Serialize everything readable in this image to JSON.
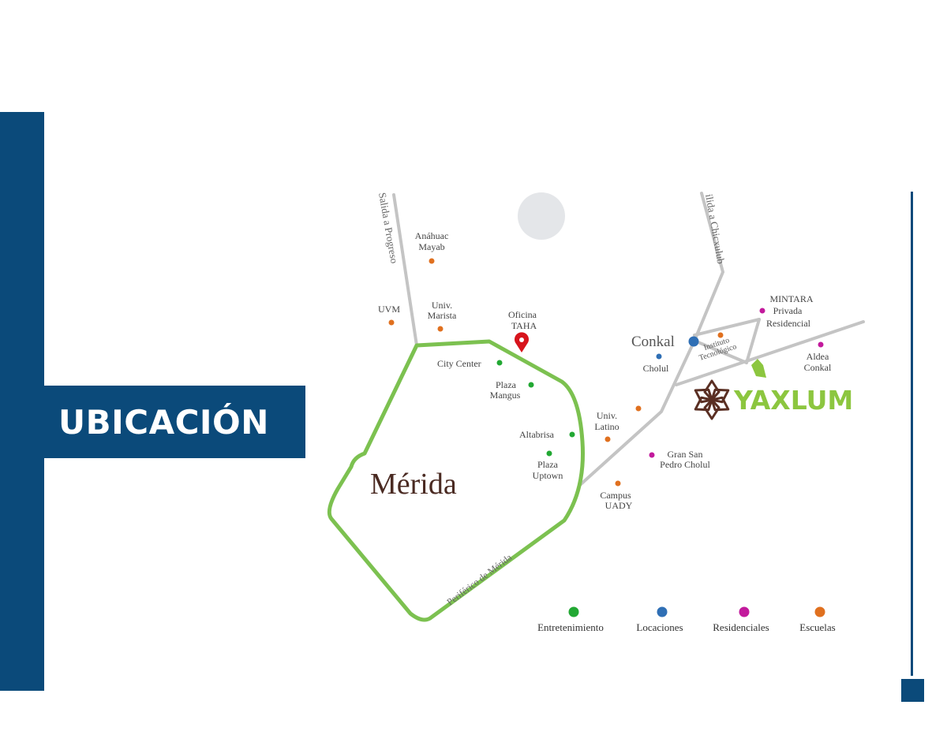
{
  "title": "UBICACIÓN",
  "colors": {
    "brand_blue": "#0b4a7a",
    "ring_green": "#7cc150",
    "road_gray": "#c4c4c4",
    "entertainment": "#22a833",
    "locations": "#2f6fb5",
    "residential": "#c21a9c",
    "schools": "#e0701f",
    "brand_brown": "#5a2f23",
    "yaxlum_green": "#8cc63f",
    "office_red": "#d7141c"
  },
  "map": {
    "roads": {
      "progreso": "Salida a Progreso",
      "chicxulub": "ilida a Chicxulub",
      "periferico": "Periférico de Mérida"
    },
    "city": "Mérida",
    "town": "Conkal",
    "office": {
      "line1": "Oficina",
      "line2": "TAHA",
      "icon": "map-pin-icon"
    },
    "brand": {
      "name": "YAXLUM",
      "icon": "flower-logo-icon"
    },
    "points": {
      "anahuac": {
        "line1": "Anáhuac",
        "line2": "Mayab",
        "category": "schools"
      },
      "uvm": {
        "line1": "UVM",
        "category": "schools"
      },
      "marista": {
        "line1": "Univ.",
        "line2": "Marista",
        "category": "schools"
      },
      "city_center": {
        "line1": "City Center",
        "category": "entertainment"
      },
      "plaza_mangus": {
        "line1": "Plaza",
        "line2": "Mangus",
        "category": "entertainment"
      },
      "altabrisa": {
        "line1": "Altabrisa",
        "category": "entertainment"
      },
      "plaza_uptown": {
        "line1": "Plaza",
        "line2": "Uptown",
        "category": "entertainment"
      },
      "univ_latino": {
        "line1": "Univ.",
        "line2": "Latino",
        "category": "schools"
      },
      "campus_uady": {
        "line1": "Campus",
        "line2": "UADY",
        "category": "schools"
      },
      "gran_san_pedro": {
        "line1": "Gran San",
        "line2": "Pedro Cholul",
        "category": "residential"
      },
      "cholul": {
        "line1": "Cholul",
        "category": "locations"
      },
      "instituto": {
        "line1": "Instituto",
        "line2": "Tecnológico",
        "category": "schools"
      },
      "mintara": {
        "line1": "MINTARA",
        "line2": "Privada",
        "line3": "Residencial",
        "category": "residential"
      },
      "aldea_conkal": {
        "line1": "Aldea",
        "line2": "Conkal",
        "category": "residential"
      }
    }
  },
  "legend": [
    {
      "label": "Entretenimiento",
      "color": "#22a833"
    },
    {
      "label": "Locaciones",
      "color": "#2f6fb5"
    },
    {
      "label": "Residenciales",
      "color": "#c21a9c"
    },
    {
      "label": "Escuelas",
      "color": "#e0701f"
    }
  ]
}
